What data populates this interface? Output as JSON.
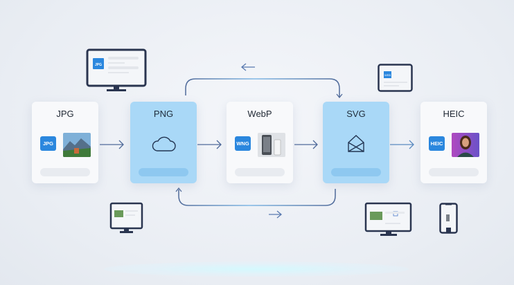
{
  "diagram": {
    "type": "format-conversion-flow",
    "nodes": [
      {
        "id": "jpg",
        "label": "JPG",
        "badge": "JPG",
        "style": "white",
        "content": "landscape-photo"
      },
      {
        "id": "png",
        "label": "PNG",
        "style": "highlight",
        "content": "cloud-icon"
      },
      {
        "id": "webp",
        "label": "WebP",
        "badge": "WNG",
        "style": "white",
        "content": "phone-photo"
      },
      {
        "id": "svg",
        "label": "SVG",
        "style": "highlight",
        "content": "envelope-icon"
      },
      {
        "id": "heic",
        "label": "HEIC",
        "badge": "HEIC",
        "style": "white",
        "content": "portrait-photo"
      }
    ],
    "edges": [
      {
        "from": "jpg",
        "to": "png"
      },
      {
        "from": "png",
        "to": "webp"
      },
      {
        "from": "webp",
        "to": "svg"
      },
      {
        "from": "svg",
        "to": "heic"
      },
      {
        "from": "png",
        "to": "svg",
        "route": "top"
      },
      {
        "from": "svg",
        "to": "png",
        "route": "bottom"
      }
    ],
    "devices": [
      {
        "type": "monitor",
        "badge": "JPG"
      },
      {
        "type": "tablet",
        "badge": "WEB"
      },
      {
        "type": "monitor",
        "content": "landscape-photo"
      },
      {
        "type": "monitor",
        "content": "landscape-photo"
      },
      {
        "type": "phone",
        "content": "phone-photo"
      }
    ]
  },
  "colors": {
    "accent": "#2b87de",
    "highlight_card": "#a9d8f7",
    "line": "#4f6a9a",
    "device_frame": "#2a3550"
  }
}
